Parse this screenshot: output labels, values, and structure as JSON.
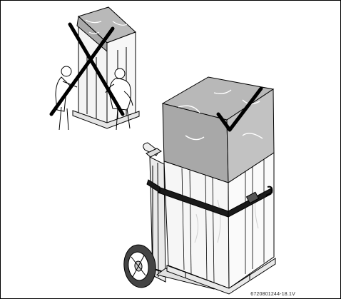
{
  "figure": {
    "id_label": "6720801244-18.1V",
    "wrong_mark": "cross",
    "right_mark": "check",
    "wrong_panel": "two-person-carry",
    "right_panel": "hand-truck-transport"
  },
  "colors": {
    "line": "#000000",
    "packaging_top": "#b8b8b8",
    "packaging_side": "#a8a8a8",
    "strap": "#1a1a1a",
    "background": "#ffffff"
  }
}
